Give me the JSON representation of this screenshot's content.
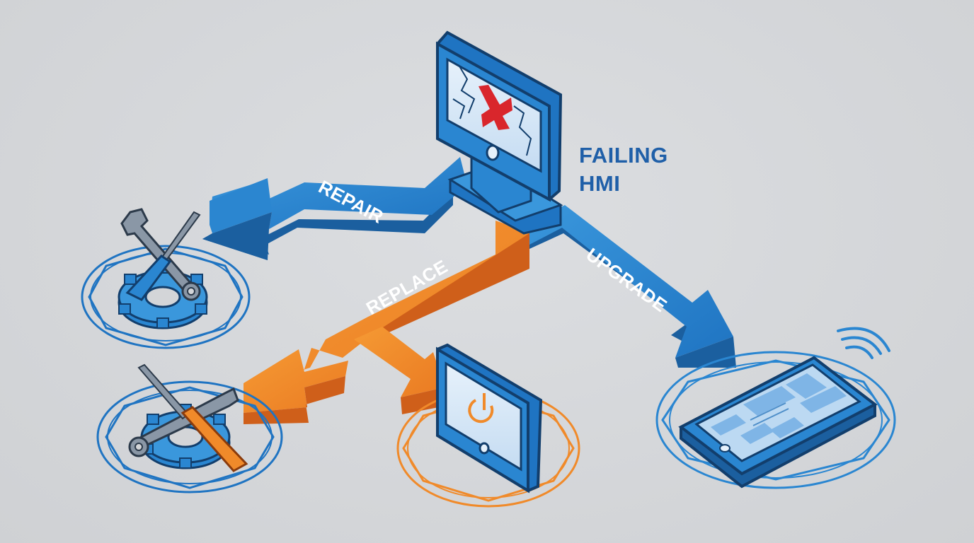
{
  "diagram": {
    "source_label_line1": "FAILING",
    "source_label_line2": "HMI",
    "paths": [
      {
        "id": "repair",
        "label": "REPAIR"
      },
      {
        "id": "replace",
        "label": "REPLACE"
      },
      {
        "id": "upgrade",
        "label": "UPGRADE"
      }
    ]
  },
  "colors": {
    "blue": "#2a86d1",
    "blue_dark": "#1c62a8",
    "orange": "#f08a2a",
    "orange_dark": "#cf5f1a",
    "red_x": "#d9262c",
    "background": "#d3d5d8"
  },
  "icons": [
    "broken-monitor-icon",
    "wrench-screwdriver-gear-icon",
    "power-tablet-icon",
    "wifi-tablet-icon"
  ]
}
